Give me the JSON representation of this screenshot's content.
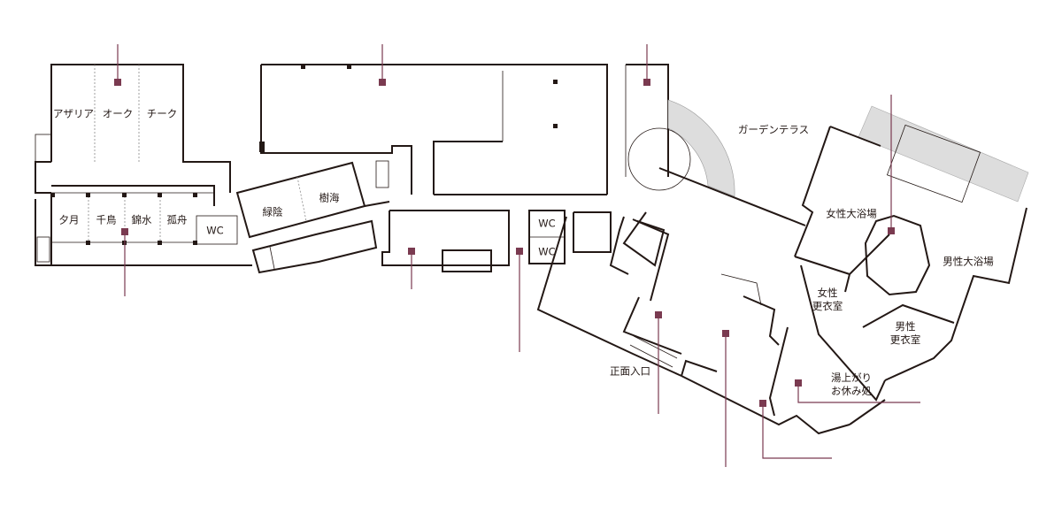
{
  "rooms": {
    "azalea": "アザリア",
    "oak": "オーク",
    "teak": "チーク",
    "yuzuki": "夕月",
    "chidori": "千鳥",
    "kinsui": "錦水",
    "koshu": "孤舟",
    "wc_west": "WC",
    "ryokuin": "緑陰",
    "jukai": "樹海",
    "wc_center_1": "WC",
    "wc_center_2": "WC",
    "garden_terrace": "ガーデンテラス",
    "womens_bath": "女性大浴場",
    "mens_bath": "男性大浴場",
    "womens_changing_1": "女性",
    "womens_changing_2": "更衣室",
    "mens_changing_1": "男性",
    "mens_changing_2": "更衣室",
    "main_entrance": "正面入口",
    "rest_area_1": "湯上がり",
    "rest_area_2": "お休み処"
  },
  "colors": {
    "marker": "#7a3a50",
    "wall": "#231815"
  }
}
